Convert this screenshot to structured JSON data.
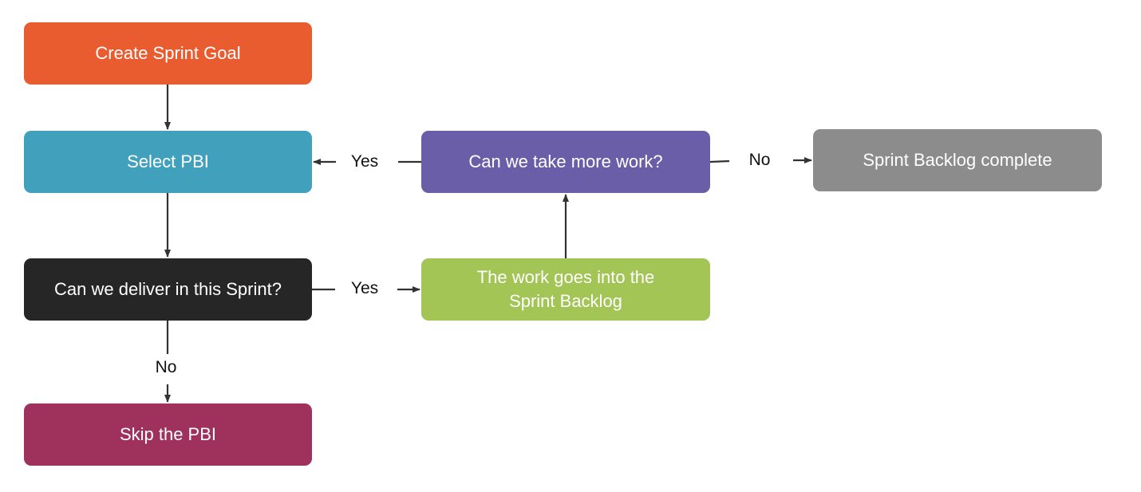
{
  "nodes": {
    "create_sprint_goal": {
      "text": "Create Sprint Goal",
      "color": "#E95C2F"
    },
    "select_pbi": {
      "text": "Select PBI",
      "color": "#41A0BC"
    },
    "can_deliver": {
      "text": "Can we deliver in this Sprint?",
      "color": "#262626"
    },
    "skip_pbi": {
      "text": "Skip the PBI",
      "color": "#9E325C"
    },
    "work_into_backlog": {
      "text": "The work goes into the Sprint Backlog",
      "color": "#A2C555"
    },
    "take_more_work": {
      "text": "Can we take more work?",
      "color": "#6A5EA8"
    },
    "backlog_complete": {
      "text": "Sprint Backlog complete",
      "color": "#8C8C8C"
    }
  },
  "edge_labels": {
    "deliver_yes": "Yes",
    "deliver_no": "No",
    "more_yes": "Yes",
    "more_no": "No"
  },
  "connector_color": "#333333"
}
